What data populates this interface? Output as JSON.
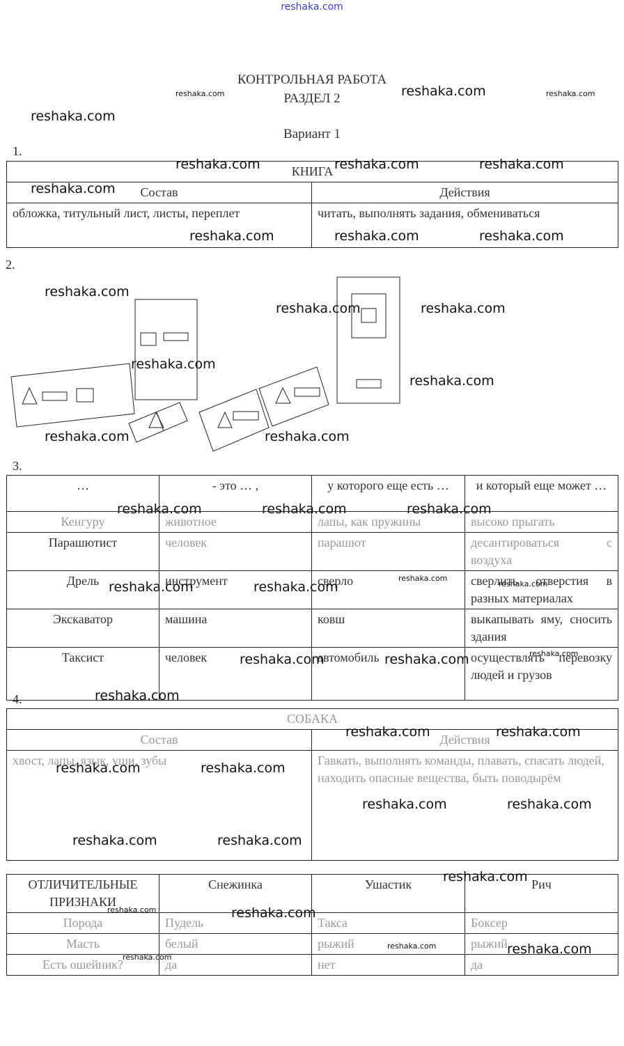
{
  "site_link": "reshaka.com",
  "watermark": "reshaka.com",
  "header": {
    "title": "КОНТРОЛЬНАЯ РАБОТА",
    "section": "РАЗДЕЛ 2",
    "variant": "Вариант 1"
  },
  "task1": {
    "number": "1.",
    "title": "КНИГА",
    "col_headers": [
      "Состав",
      "Действия"
    ],
    "cells": [
      "обложка, титульный лист, листы,  переплет",
      "читать, выполнять задания, обмениваться"
    ]
  },
  "task2": {
    "number": "2."
  },
  "task3": {
    "number": "3.",
    "headers": [
      "…",
      "- это … ,",
      "у которого еще есть …",
      "и который еще может …"
    ],
    "rows": [
      [
        "Кенгуру",
        "животное",
        "лапы, как пружины",
        "высоко прыгать"
      ],
      [
        "Парашютист",
        "человек",
        "парашют",
        "десантироваться с воздуха"
      ],
      [
        "Дрель",
        "инструмент",
        "сверло",
        "сверлить отверстия в разных материалах"
      ],
      [
        "Экскаватор",
        "машина",
        "ковш",
        "выкапывать яму, сносить здания"
      ],
      [
        "Таксист",
        "человек",
        "автомобиль",
        "осуществлять перевозку людей и грузов"
      ]
    ]
  },
  "task4": {
    "number": "4.",
    "title": "СОБАКА",
    "col_headers": [
      "Состав",
      "Действия"
    ],
    "cells": [
      "хвост, лапы, язык, уши, зубы",
      "Гавкать, выполнять команды, плавать, спасать людей, находить опасные вещества, быть поводырём"
    ]
  },
  "task5": {
    "headers": [
      "ОТЛИЧИТЕЛЬНЫЕ ПРИЗНАКИ",
      "Снежинка",
      "Ушастик",
      "Рич"
    ],
    "rows": [
      [
        "Порода",
        "Пудель",
        "Такса",
        "Боксер"
      ],
      [
        "Масть",
        "белый",
        "рыжий",
        "рыжий"
      ],
      [
        "Есть ошейник?",
        "да",
        "нет",
        "да"
      ]
    ]
  },
  "colors": {
    "link": "#3b3fd0",
    "line": "#222222",
    "text": "#333333"
  }
}
